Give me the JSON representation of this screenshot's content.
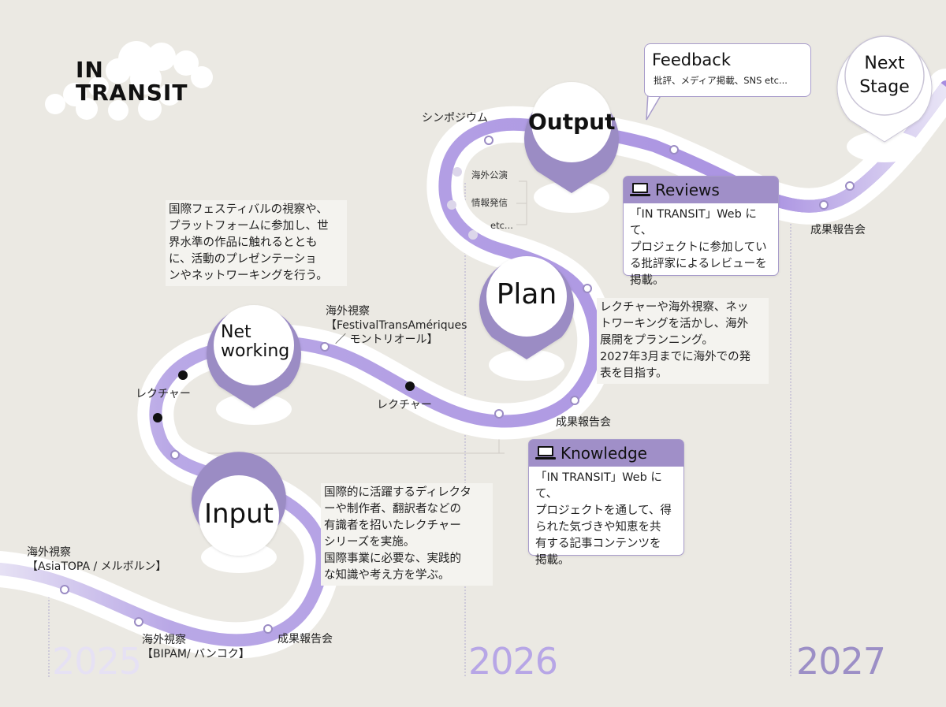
{
  "logo": {
    "line1": "IN",
    "line2": "TRANSIT"
  },
  "stages": {
    "input": "Input",
    "networking_line1": "Net",
    "networking_line2": "working",
    "plan": "Plan",
    "output": "Output",
    "next_line1": "Next",
    "next_line2": "Stage"
  },
  "years": [
    "2025",
    "2026",
    "2027"
  ],
  "labels": {
    "asiatopa_1": "海外視察",
    "asiatopa_2": "【AsiaTOPA / メルボルン】",
    "bipam_1": "海外視察",
    "bipam_2": "【BIPAM/ バンコク】",
    "report_2025": "成果報告会",
    "lecture_left": "レクチャー",
    "lecture_mid": "レクチャー",
    "fta_1": "海外視察",
    "fta_2": "【FestivalTransAmériques",
    "fta_3": "／ モントリオール】",
    "report_2026": "成果報告会",
    "symposium": "シンポジウム",
    "overseas_perf": "海外公演",
    "info_send": "情報発信",
    "etc": "etc...",
    "report_2027": "成果報告会"
  },
  "notes": {
    "input": [
      "国際的に活躍するディレクタ",
      "ーや制作者、翻訳者などの",
      "有識者を招いたレクチャー",
      "シリーズを実施。",
      "国際事業に必要な、実践的",
      "な知識や考え方を学ぶ。"
    ],
    "networking": [
      "国際フェスティバルの視察や、",
      "プラットフォームに参加し、世",
      "界水準の作品に触れるととも",
      "に、活動のプレゼンテーショ",
      "ンやネットワーキングを行う。"
    ],
    "plan": [
      "レクチャーや海外視察、ネッ",
      "トワーキングを活かし、海外",
      "展開をプランニング。",
      "2027年3月までに海外での発",
      "表を目指す。"
    ]
  },
  "cards": {
    "knowledge": {
      "title": "Knowledge",
      "lines": [
        "「IN TRANSIT」Web にて、",
        "プロジェクトを通して、得",
        "られた気づきや知恵を共",
        "有する記事コンテンツを",
        "掲載。"
      ]
    },
    "reviews": {
      "title": "Reviews",
      "lines": [
        "「IN TRANSIT」Web にて、",
        "プロジェクトに参加してい",
        "る批評家によるレビューを",
        "掲載。"
      ]
    },
    "feedback": {
      "title": "Feedback",
      "sub": "批評、メディア掲載、SNS etc..."
    }
  },
  "colors": {
    "accent": "#9b8cc4",
    "road_purple": "#a98fe0",
    "road_white": "#ffffff",
    "background": "#ebe9e3"
  },
  "icons": [
    "laptop-icon",
    "map-pin-icon",
    "cloud-decoration"
  ]
}
